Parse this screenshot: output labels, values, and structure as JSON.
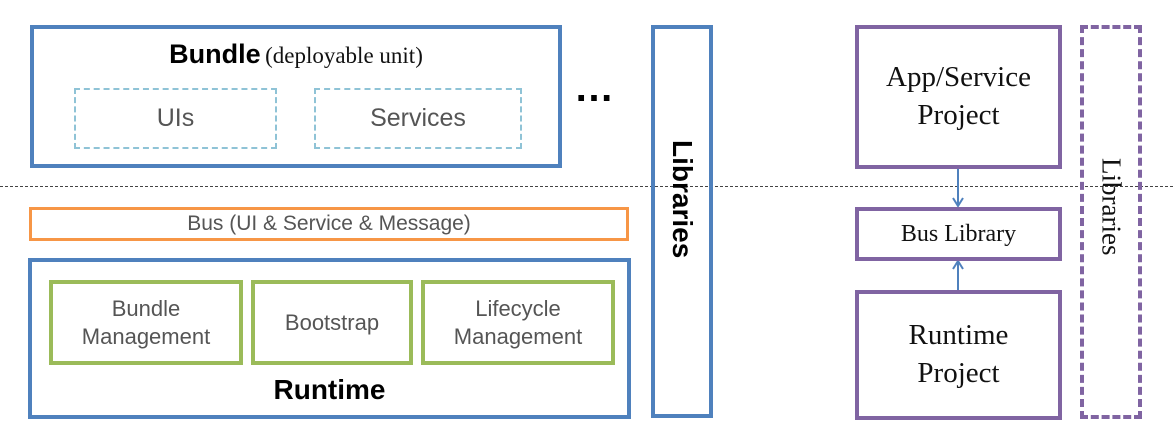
{
  "left": {
    "bundle": {
      "title": "Bundle",
      "subtitle": "(deployable unit)",
      "uis": "UIs",
      "services": "Services"
    },
    "ellipsis": "…",
    "bus": "Bus (UI & Service & Message)",
    "runtime": {
      "title": "Runtime",
      "bundle_management": [
        "Bundle",
        "Management"
      ],
      "bootstrap": "Bootstrap",
      "lifecycle_management": [
        "Lifecycle",
        "Management"
      ]
    },
    "libraries": "Libraries"
  },
  "right": {
    "app_service_project": [
      "App/Service",
      "Project"
    ],
    "bus_library": "Bus Library",
    "runtime_project": [
      "Runtime",
      "Project"
    ],
    "libraries": "Libraries"
  },
  "colors": {
    "blue": "#4f81bd",
    "light_blue_dash": "#8fc3d6",
    "green": "#9bbb59",
    "orange": "#f79646",
    "purple": "#8064a2"
  }
}
